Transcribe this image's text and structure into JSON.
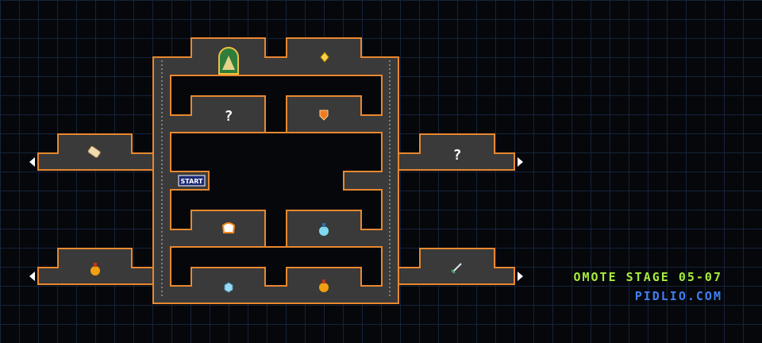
{
  "stage_title": "OMOTE STAGE 05-07",
  "site_label": "PIDLIO.COM",
  "start_label": "START",
  "mystery_glyph": "?",
  "colors": {
    "wall": "#e8882f",
    "floor": "#3a3a3a",
    "background": "#05070b",
    "grid": "#16233a",
    "stage_text": "#a8ec3a",
    "site_text": "#3f7ff0",
    "start_bg": "#1c2a78"
  },
  "items": [
    {
      "name": "scroll-icon",
      "room": "left-upper-room"
    },
    {
      "name": "potion-orange-icon",
      "room": "left-lower-room"
    },
    {
      "name": "exit-door-icon",
      "room": "top-left-room"
    },
    {
      "name": "gem-yellow-icon",
      "room": "top-right-room"
    },
    {
      "name": "mystery-item-icon",
      "room": "inner-top-left-room"
    },
    {
      "name": "shield-icon",
      "room": "inner-top-right-room"
    },
    {
      "name": "mystery-item-icon",
      "room": "right-upper-room"
    },
    {
      "name": "sword-icon",
      "room": "right-lower-room"
    },
    {
      "name": "armor-icon",
      "room": "inner-mid-left-room"
    },
    {
      "name": "potion-blue-icon",
      "room": "inner-mid-right-room"
    },
    {
      "name": "gem-blue-icon",
      "room": "bottom-left-room"
    },
    {
      "name": "potion-orange-icon",
      "room": "bottom-right-room"
    }
  ],
  "exits": [
    "left-upper",
    "left-lower",
    "right-upper",
    "right-lower"
  ]
}
